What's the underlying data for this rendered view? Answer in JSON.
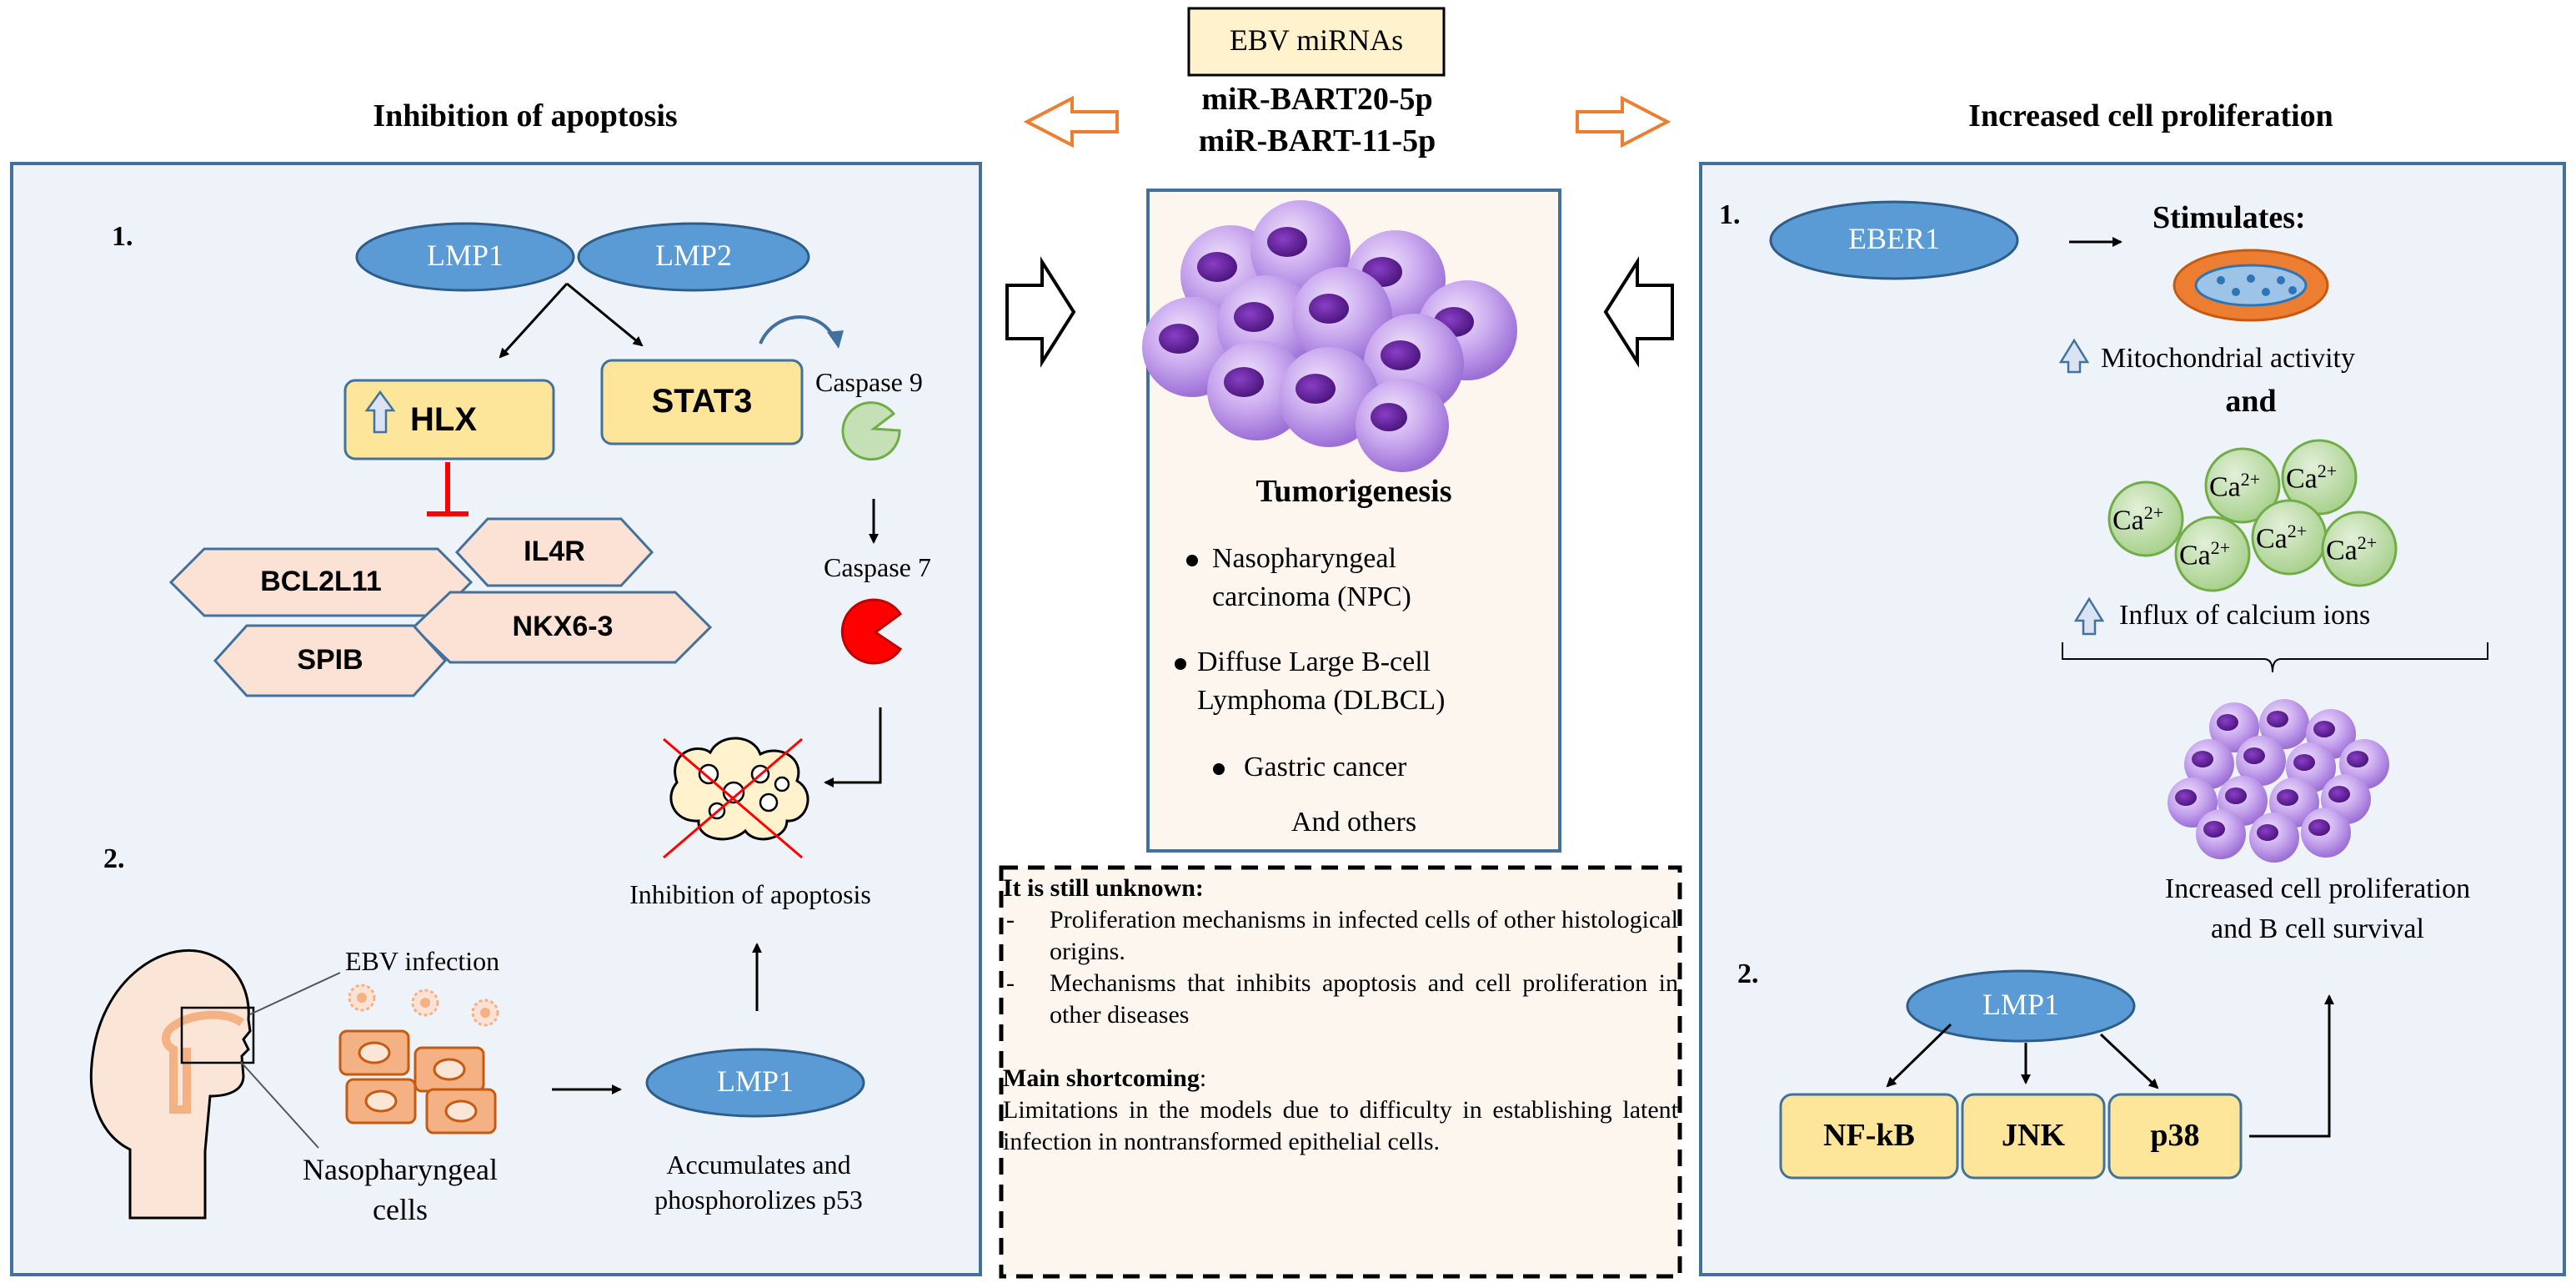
{
  "header": {
    "box_label": "EBV miRNAs",
    "mirna_1": "miR-BART20-5p",
    "mirna_2": "miR-BART-11-5p"
  },
  "left_panel": {
    "title": "Inhibition of apoptosis",
    "section1_number": "1.",
    "section2_number": "2.",
    "lmp1": "LMP1",
    "lmp2": "LMP2",
    "hlx": "HLX",
    "stat3": "STAT3",
    "caspase9": "Caspase 9",
    "caspase7": "Caspase 7",
    "genes": [
      "BCL2L11",
      "IL4R",
      "NKX6-3",
      "SPIB"
    ],
    "inhibition_label": "Inhibition of apoptosis",
    "ebv_infection": "EBV infection",
    "naso_cells_1": "Nasopharyngeal",
    "naso_cells_2": "cells",
    "lmp1_section2": "LMP1",
    "accumulates_1": "Accumulates and",
    "accumulates_2": "phosphorolizes p53"
  },
  "center": {
    "title": "Tumorigenesis",
    "diseases": [
      {
        "line1": "Nasopharyngeal",
        "line2": "carcinoma (NPC)"
      },
      {
        "line1": "Diffuse Large B-cell",
        "line2": "Lymphoma (DLBCL)"
      },
      {
        "line1": "Gastric cancer",
        "line2": ""
      }
    ],
    "others": "And others"
  },
  "unknown_box": {
    "heading": "It is still unknown:",
    "items": [
      "Proliferation mechanisms in infected cells of other histological origins.",
      "Mechanisms that inhibits apoptosis and cell proliferation in other diseases"
    ],
    "shortcoming_heading": "Main shortcoming",
    "shortcoming_text": "Limitations in the models due to difficulty in establishing latent infection in nontransformed epithelial cells."
  },
  "right_panel": {
    "title": "Increased cell proliferation",
    "section1_number": "1.",
    "section2_number": "2.",
    "eber1": "EBER1",
    "stimulates": "Stimulates:",
    "mito_activity": "Mitochondrial activity",
    "and": "and",
    "calcium_ion": "Ca",
    "calcium_charge": "2+",
    "calcium_influx": "Influx of calcium ions",
    "prolif_1": "Increased cell proliferation",
    "prolif_2": "and B cell survival",
    "lmp1": "LMP1",
    "pathways": [
      "NF-kB",
      "JNK",
      "p38"
    ]
  },
  "colors": {
    "panel_bg": "#eef3f9",
    "panel_border": "#41719c",
    "center_bg": "#fdf6ee",
    "oval_blue": "#5b9bd5",
    "yellow_box": "#fde59a",
    "hex_fill": "#fbe2d5",
    "orange_arrow": "#ed7d31",
    "red_inhibit": "#ff0000",
    "green_caspase": "#c5e0b4",
    "purple_cell": "#b48fe0",
    "calcium_green": "#c5e0b4"
  }
}
